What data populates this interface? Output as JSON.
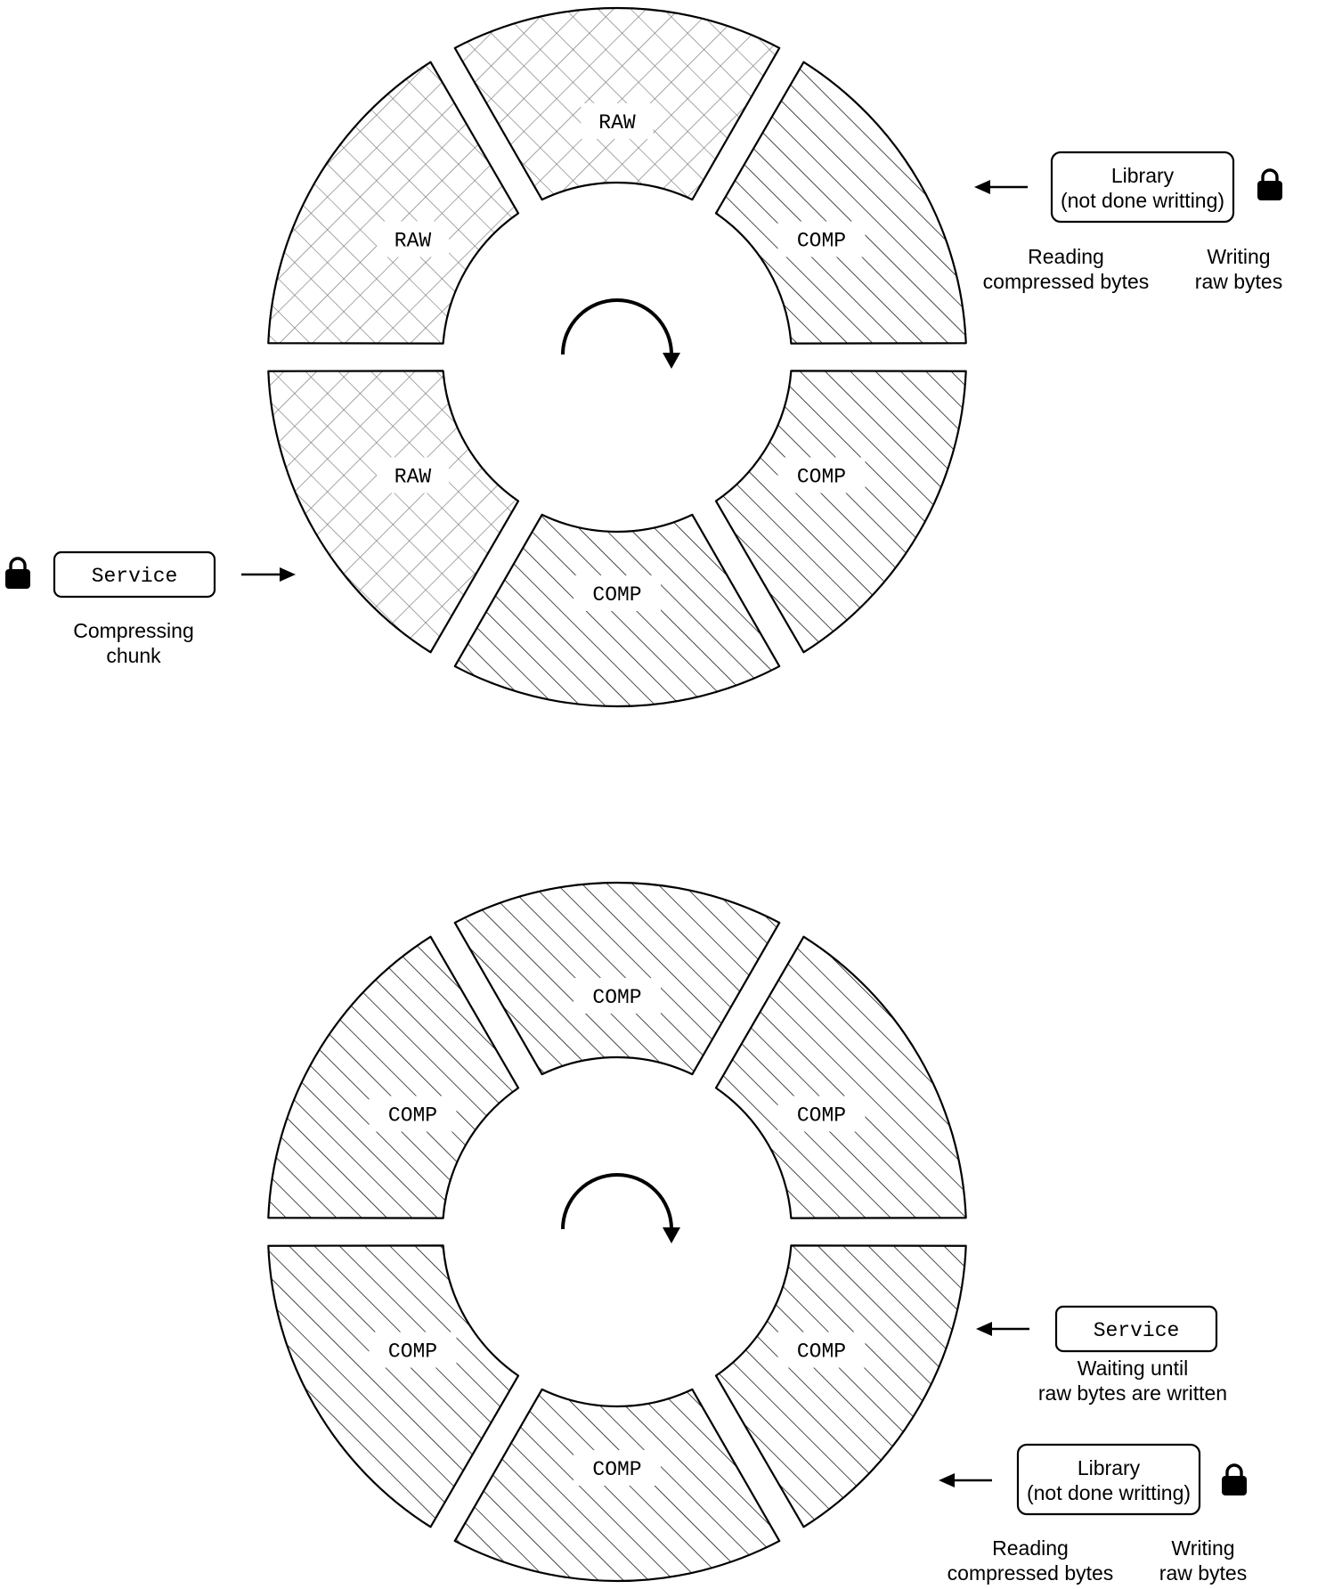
{
  "diagrams": [
    {
      "segments": [
        {
          "label": "RAW",
          "fill": "cross"
        },
        {
          "label": "COMP",
          "fill": "hatch"
        },
        {
          "label": "COMP",
          "fill": "hatch"
        },
        {
          "label": "COMP",
          "fill": "hatch"
        },
        {
          "label": "RAW",
          "fill": "cross"
        },
        {
          "label": "RAW",
          "fill": "cross"
        }
      ],
      "library": {
        "line1": "Library",
        "line2": "(not done writting)",
        "reading_line1": "Reading",
        "reading_line2": "compressed bytes",
        "writing_line1": "Writing",
        "writing_line2": "raw bytes"
      },
      "service": {
        "label": "Service",
        "status_line1": "Compressing",
        "status_line2": "chunk"
      }
    },
    {
      "segments": [
        {
          "label": "COMP",
          "fill": "hatch"
        },
        {
          "label": "COMP",
          "fill": "hatch"
        },
        {
          "label": "COMP",
          "fill": "hatch"
        },
        {
          "label": "COMP",
          "fill": "hatch"
        },
        {
          "label": "COMP",
          "fill": "hatch"
        },
        {
          "label": "COMP",
          "fill": "hatch"
        }
      ],
      "service": {
        "label": "Service",
        "status_line1": "Waiting until",
        "status_line2": "raw bytes are written"
      },
      "library": {
        "line1": "Library",
        "line2": "(not done writting)",
        "reading_line1": "Reading",
        "reading_line2": "compressed bytes",
        "writing_line1": "Writing",
        "writing_line2": "raw bytes"
      }
    }
  ],
  "icons": [
    "lock-icon",
    "rotation-arrow-icon",
    "left-arrow-icon",
    "right-arrow-icon"
  ]
}
